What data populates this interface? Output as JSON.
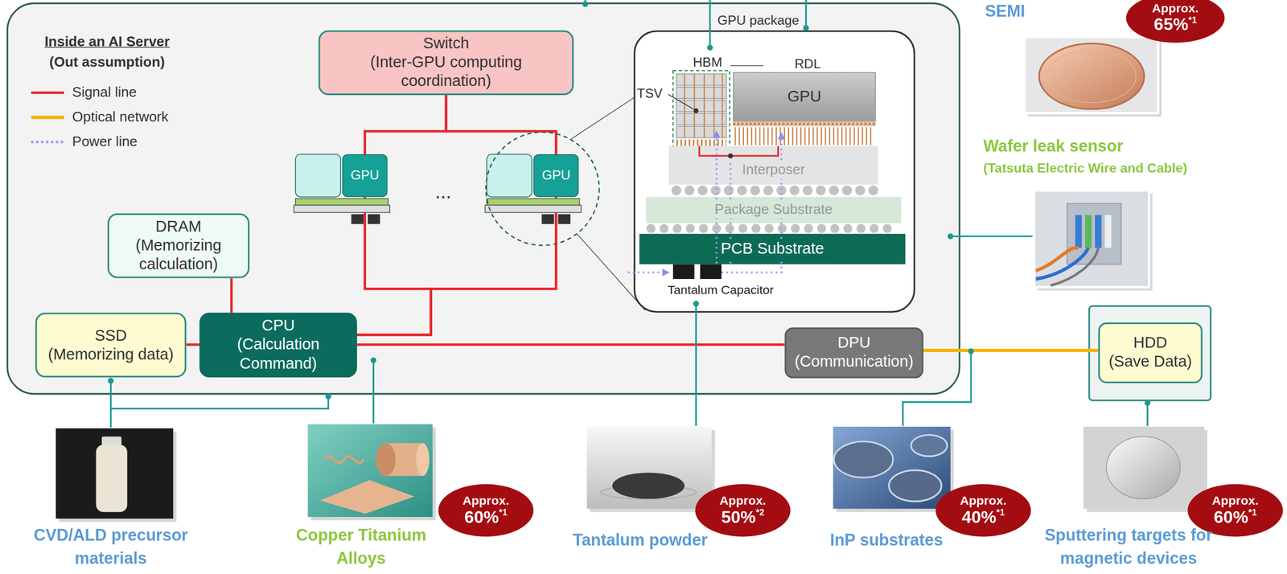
{
  "diagram": {
    "nodes": [
      {
        "text": [
          "Inside an AI Server",
          "(Out assumption)"
        ]
      },
      {
        "text": [
          "Switch",
          "(Inter-GPU computing coordination)"
        ],
        "in": 0
      },
      {
        "text": [
          "GPU"
        ],
        "in": 0
      },
      {
        "text": [
          "GPU"
        ],
        "in": 0
      },
      {
        "text": [
          "GPU package"
        ],
        "in": 0
      },
      {
        "text": [
          "GPU"
        ],
        "in": 4
      },
      {
        "text": [
          "Interposer"
        ],
        "in": 4
      },
      {
        "text": [
          "Package Substrate"
        ],
        "in": 4
      },
      {
        "text": [
          "PCB Substrate"
        ],
        "in": 4
      },
      {
        "text": [
          "DRAM",
          "(Memorizing calculation)"
        ],
        "in": 0
      },
      {
        "text": [
          "SSD",
          "(Memorizing data)"
        ],
        "in": 0
      },
      {
        "text": [
          "CPU",
          "(Calculation Command)"
        ],
        "in": 0
      },
      {
        "text": [
          "DPU",
          "(Communication)"
        ],
        "in": 0
      },
      {
        "text": [
          "HDD",
          "(Save Data)"
        ]
      }
    ],
    "edges": [
      {
        "from": 1,
        "to": 2,
        "arrow": "none"
      },
      {
        "from": 1,
        "to": 3,
        "arrow": "none"
      },
      {
        "from": 2,
        "to": 11,
        "arrow": "none"
      },
      {
        "from": 3,
        "to": 11,
        "arrow": "none"
      },
      {
        "from": 9,
        "to": 11,
        "arrow": "none"
      },
      {
        "from": 10,
        "to": 11,
        "arrow": "none"
      },
      {
        "from": 11,
        "to": 12,
        "arrow": "none"
      },
      {
        "from": 12,
        "to": 13,
        "arrow": "none"
      }
    ],
    "labels": [
      "...",
      "HBM",
      "RDL",
      "TSV",
      "Tantalum Capacitor",
      "SEMI",
      "Approx.",
      "65%",
      "*1",
      "Wafer leak sensor",
      "(Tatsuta Electric Wire and Cable)",
      "CVD/ALD precursor materials",
      "Copper Titanium Alloys",
      "Approx.",
      "60%",
      "*1",
      "Tantalum powder",
      "Approx.",
      "50%",
      "*2",
      "InP substrates",
      "Approx.",
      "40%",
      "*1",
      "Sputtering targets for magnetic devices",
      "Approx.",
      "60%",
      "*1"
    ],
    "legend": [
      {
        "text": "Signal line"
      },
      {
        "text": "Optical network"
      },
      {
        "text": "Power line"
      }
    ]
  }
}
